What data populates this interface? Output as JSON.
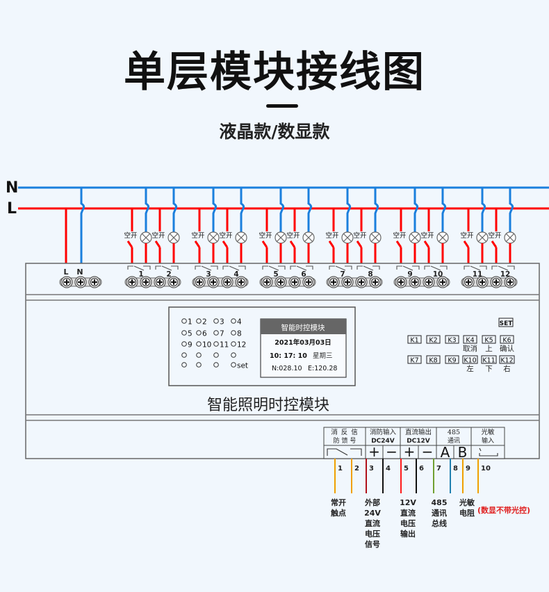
{
  "header": {
    "title": "单层模块接线图",
    "subtitle": "液晶款/数显款"
  },
  "bus": {
    "n_label": "N",
    "l_label": "L",
    "n_color": "#1a7fdd",
    "l_color": "#ff0000"
  },
  "power_terminal": {
    "l_label": "L",
    "n_label": "N"
  },
  "breaker_label": "空开",
  "channels": [
    "1",
    "2",
    "3",
    "4",
    "5",
    "6",
    "7",
    "8",
    "9",
    "10",
    "11",
    "12"
  ],
  "panel": {
    "leds": [
      [
        "1",
        "2",
        "3",
        "4"
      ],
      [
        "5",
        "6",
        "7",
        "8"
      ],
      [
        "9",
        "10",
        "11",
        "12"
      ],
      [
        "",
        "",
        "",
        ""
      ],
      [
        "",
        "",
        "",
        "set"
      ]
    ],
    "lcd": {
      "title": "智能时控模块",
      "date": "2021年03月03日",
      "time": "10:  17:  10",
      "weekday": "星期三",
      "longitude": "N:028.10",
      "latitude": "E:120.28"
    },
    "set_key": "SET",
    "keys_row1": [
      {
        "key": "K1",
        "func": ""
      },
      {
        "key": "K2",
        "func": ""
      },
      {
        "key": "K3",
        "func": ""
      },
      {
        "key": "K4",
        "func": "取消"
      },
      {
        "key": "K5",
        "func": "上"
      },
      {
        "key": "K6",
        "func": "确认"
      }
    ],
    "keys_row2": [
      {
        "key": "K7",
        "func": ""
      },
      {
        "key": "K8",
        "func": ""
      },
      {
        "key": "K9",
        "func": ""
      },
      {
        "key": "K10",
        "func": "左"
      },
      {
        "key": "K11",
        "func": "下"
      },
      {
        "key": "K12",
        "func": "右"
      }
    ],
    "module_name": "智能照明时控模块"
  },
  "bottom_block": {
    "groups": [
      {
        "label1": "消 反 信",
        "label2": "防 馈 号",
        "pins": "relay"
      },
      {
        "label1": "消防输入",
        "label2": "DC24V",
        "pins": [
          "+",
          "−"
        ]
      },
      {
        "label1": "直流输出",
        "label2": "DC12V",
        "pins": [
          "+",
          "−"
        ]
      },
      {
        "label1": "485",
        "label2": "通讯",
        "pins": [
          "A",
          "B"
        ]
      },
      {
        "label1": "光敏",
        "label2": "输入",
        "pins": "sensor"
      }
    ],
    "terminals": [
      {
        "num": "1",
        "color": "#f0a000"
      },
      {
        "num": "2",
        "color": "#f0a000"
      },
      {
        "num": "3",
        "color": "#b0101a"
      },
      {
        "num": "4",
        "color": "#111111"
      },
      {
        "num": "5",
        "color": "#ff1a1a"
      },
      {
        "num": "6",
        "color": "#111111"
      },
      {
        "num": "7",
        "color": "#70a030"
      },
      {
        "num": "8",
        "color": "#2080b0"
      },
      {
        "num": "9",
        "color": "#f0a000"
      },
      {
        "num": "10",
        "color": "#f0a000"
      }
    ],
    "descriptions": [
      [
        "常开",
        "触点"
      ],
      [
        "外部",
        "24V",
        "直流",
        "电压",
        "信号"
      ],
      [
        "12V",
        "直流",
        "电压",
        "输出"
      ],
      [
        "485",
        "通讯",
        "总线"
      ],
      [
        "光敏",
        "电阻"
      ]
    ],
    "note": "(数显不带光控)",
    "note_color": "#e02020"
  }
}
